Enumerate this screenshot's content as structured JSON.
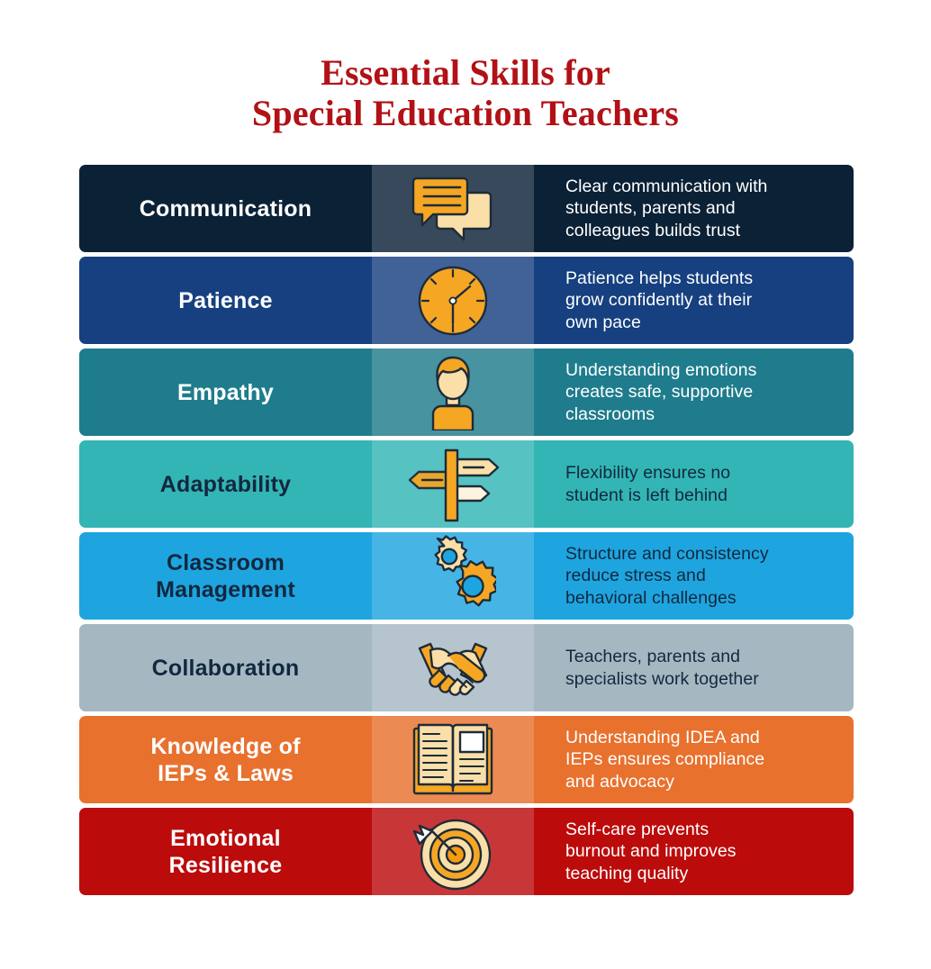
{
  "title": {
    "line1": "Essential Skills for",
    "line2": "Special Education Teachers",
    "color": "#b21116"
  },
  "palette": {
    "text_light": "#ffffff",
    "text_dark": "#12283f",
    "icon_gold": "#f5a623",
    "icon_cream": "#fadfa8",
    "icon_outline": "#1d2b3a",
    "page_background": "#ffffff"
  },
  "rows": [
    {
      "skill": "Communication",
      "description": "Clear communication with\nstudents, parents and\ncolleagues builds trust",
      "icon": "speech-bubbles-icon",
      "bar_color": "#0b2136",
      "text_color": "#ffffff"
    },
    {
      "skill": "Patience",
      "description": "Patience helps students\ngrow confidently at their\nown pace",
      "icon": "clock-icon",
      "bar_color": "#16407f",
      "text_color": "#ffffff"
    },
    {
      "skill": "Empathy",
      "description": "Understanding emotions\ncreates safe, supportive\nclassrooms",
      "icon": "person-bust-icon",
      "bar_color": "#1f7c8c",
      "text_color": "#ffffff"
    },
    {
      "skill": "Adaptability",
      "description": "Flexibility ensures no\nstudent is left behind",
      "icon": "signpost-icon",
      "bar_color": "#33b5b5",
      "text_color": "#12283f"
    },
    {
      "skill": "Classroom\nManagement",
      "description": "Structure and consistency\nreduce stress and\nbehavioral challenges",
      "icon": "gears-icon",
      "bar_color": "#1ea5e0",
      "text_color": "#12283f"
    },
    {
      "skill": "Collaboration",
      "description": "Teachers, parents and\nspecialists work together",
      "icon": "handshake-icon",
      "bar_color": "#a5b8c2",
      "text_color": "#12283f"
    },
    {
      "skill": "Knowledge of\nIEPs & Laws",
      "description": "Understanding IDEA and\nIEPs ensures compliance\nand advocacy",
      "icon": "open-book-icon",
      "bar_color": "#e8712e",
      "text_color": "#ffffff"
    },
    {
      "skill": "Emotional\nResilience",
      "description": "Self-care prevents\nburnout and improves\nteaching quality",
      "icon": "target-arrow-icon",
      "bar_color": "#bc0b0b",
      "text_color": "#ffffff"
    }
  ]
}
